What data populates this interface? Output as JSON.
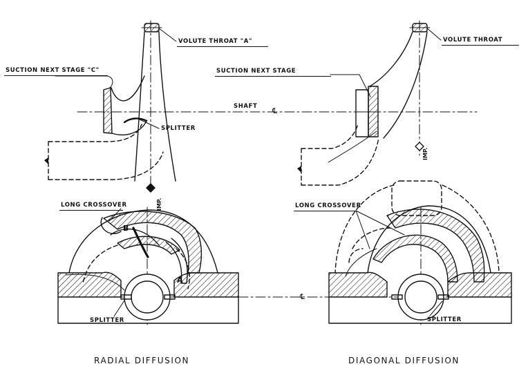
{
  "labels": {
    "volute_throat_a": "VOLUTE THROAT \"A\"",
    "volute_throat": "VOLUTE THROAT",
    "suction_next_stage_c": "SUCTION NEXT STAGE \"C\"",
    "suction_next_stage": "SUCTION NEXT STAGE",
    "shaft": "SHAFT",
    "splitter_left_top": "SPLITTER",
    "long_crossover_left": "LONG CROSSOVER",
    "long_crossover_right": "LONG CROSSOVER",
    "splitter_left_bottom": "SPLITTER",
    "splitter_right_bottom": "SPLITTER",
    "imp_left": "IMP.",
    "imp_right": "IMP.",
    "point_b": "B",
    "point_a": "A",
    "centerline_shaft": "℄",
    "centerline_bottom": "℄"
  },
  "captions": {
    "left": "RADIAL  DIFFUSION",
    "right": "DIAGONAL  DIFFUSION"
  }
}
